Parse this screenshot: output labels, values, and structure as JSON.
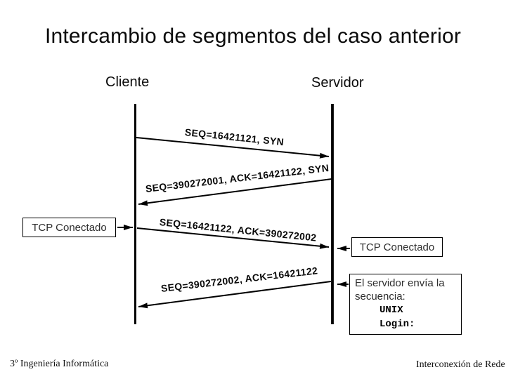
{
  "slide": {
    "title": "Intercambio de segmentos del caso anterior",
    "footer_left": "3º Ingeniería Informática",
    "footer_right": "Interconexión de Rede"
  },
  "diagram": {
    "actors": [
      {
        "label": "Cliente"
      },
      {
        "label": "Servidor"
      }
    ],
    "messages": [
      {
        "from": "Cliente",
        "to": "Servidor",
        "label": "SEQ=16421121, SYN"
      },
      {
        "from": "Servidor",
        "to": "Cliente",
        "label": "SEQ=390272001, ACK=16421122, SYN"
      },
      {
        "from": "Cliente",
        "to": "Servidor",
        "label": "SEQ=16421122, ACK=390272002"
      },
      {
        "from": "Servidor",
        "to": "Cliente",
        "label": "SEQ=390272002, ACK=16421122"
      }
    ],
    "client_state": {
      "label": "TCP Conectado"
    },
    "server_state": {
      "label": "TCP Conectado"
    },
    "server_note": {
      "line1": "El servidor envía la",
      "line2": "secuencia:",
      "code_lines": [
        "UNIX",
        "Login:"
      ]
    }
  },
  "colors": {
    "background": "#ffffff",
    "line": "#000000",
    "text": "#000000",
    "box_text": "#2e2e2e"
  }
}
